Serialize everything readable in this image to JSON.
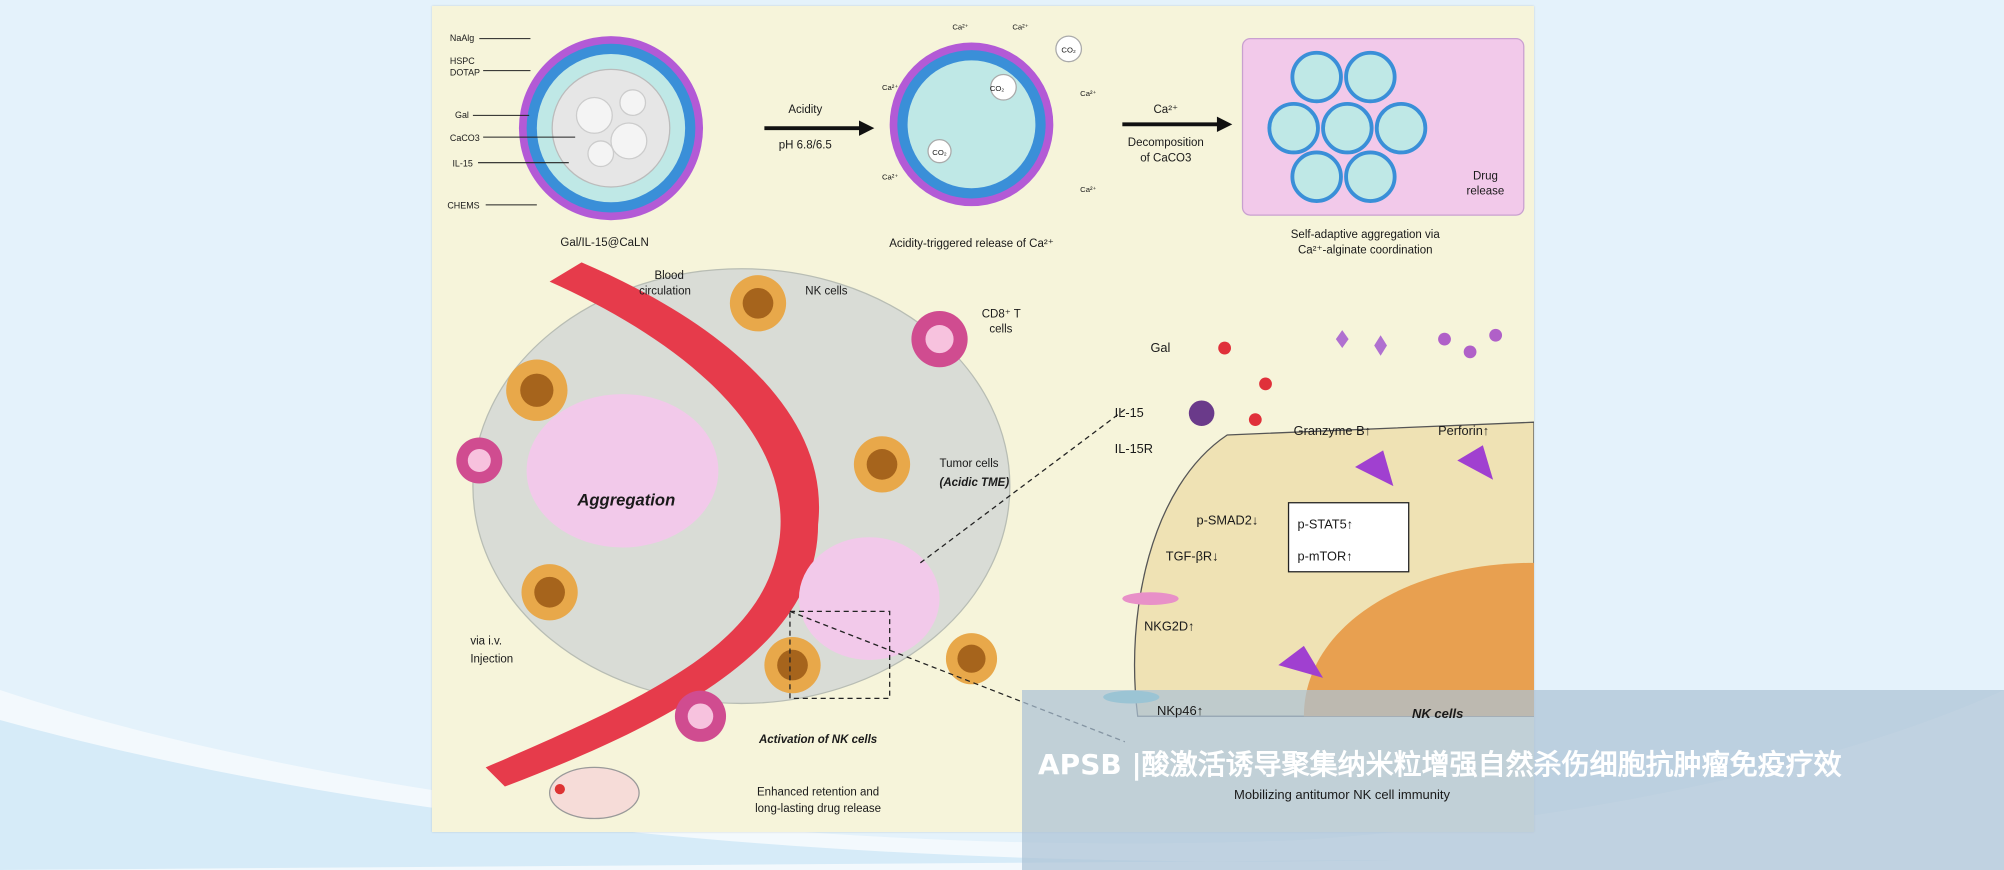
{
  "figure": {
    "top_labels": {
      "naalg": "NaAlg",
      "hspc": "HSPC",
      "dotap": "DOTAP",
      "gal": "Gal",
      "caco3": "CaCO3",
      "il15": "IL-15",
      "chems": "CHEMS",
      "particle_name": "Gal/IL-15@CaLN",
      "acidity": "Acidity",
      "ph": "pH 6.8/6.5",
      "release_caption": "Acidity-triggered release of Ca²⁺",
      "ca_label": "Ca²⁺",
      "co2": "CO₂",
      "ca_arrow": "Ca²⁺",
      "decomposition": "Decomposition",
      "of_caco3": "of CaCO3",
      "drug": "Drug",
      "release": "release",
      "agg_caption_1": "Self-adaptive aggregation via",
      "agg_caption_2": "Ca²⁺-alginate coordination"
    },
    "tumor_labels": {
      "blood_1": "Blood",
      "blood_2": "circulation",
      "nk_cells": "NK cells",
      "cd8_1": "CD8⁺ T",
      "cd8_2": "cells",
      "tumor_1": "Tumor cells",
      "tumor_2": "(Acidic TME)",
      "aggregation": "Aggregation",
      "via": "via i.v.",
      "injection": "Injection",
      "activation": "Activation of NK cells",
      "enhanced_1": "Enhanced retention and",
      "enhanced_2": "long-lasting drug release"
    },
    "nk_labels": {
      "gal": "Gal",
      "il15": "IL-15",
      "il15r": "IL-15R",
      "granzyme": "Granzyme B↑",
      "perforin": "Perforin↑",
      "psmad2": "p-SMAD2↓",
      "pstat5": "p-STAT5↑",
      "pmtor": "p-mTOR↑",
      "tgfbr": "TGF-βR↓",
      "nkg2d": "NKG2D↑",
      "nkp46": "NKp46↑",
      "nk_cells": "NK cells",
      "mobilizing": "Mobilizing antitumor NK cell immunity"
    }
  },
  "caption": {
    "title": "APSB |酸激活诱导聚集纳米粒增强自然杀伤细胞抗肿瘤免疫疗效"
  }
}
